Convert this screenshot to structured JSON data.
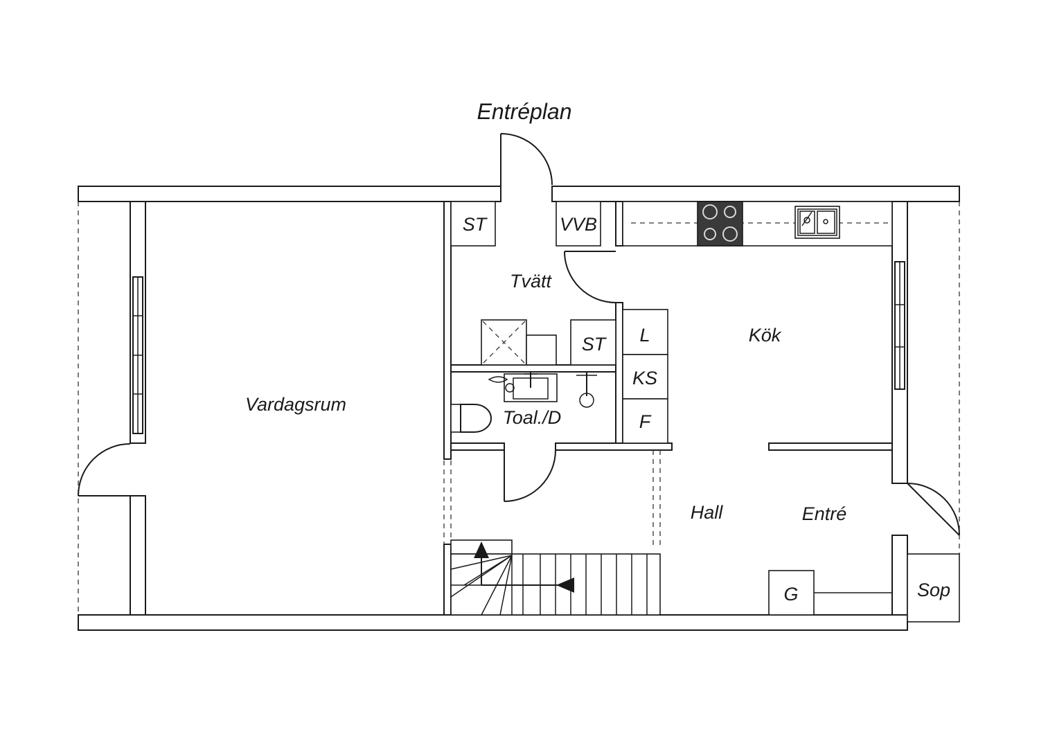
{
  "title": "Entréplan",
  "rooms": {
    "vardagsrum": "Vardagsrum",
    "tvatt": "Tvätt",
    "toalett": "Toal./D",
    "kok": "Kök",
    "hall": "Hall",
    "entre": "Entré"
  },
  "fixtures": {
    "st_top": "ST",
    "vvb": "VVB",
    "st_laundry": "ST",
    "l": "L",
    "ks": "KS",
    "f": "F",
    "g": "G",
    "sop": "Sop"
  },
  "colors": {
    "line": "#1a1a1a",
    "stove": "#3a3a3a",
    "background": "#ffffff"
  }
}
